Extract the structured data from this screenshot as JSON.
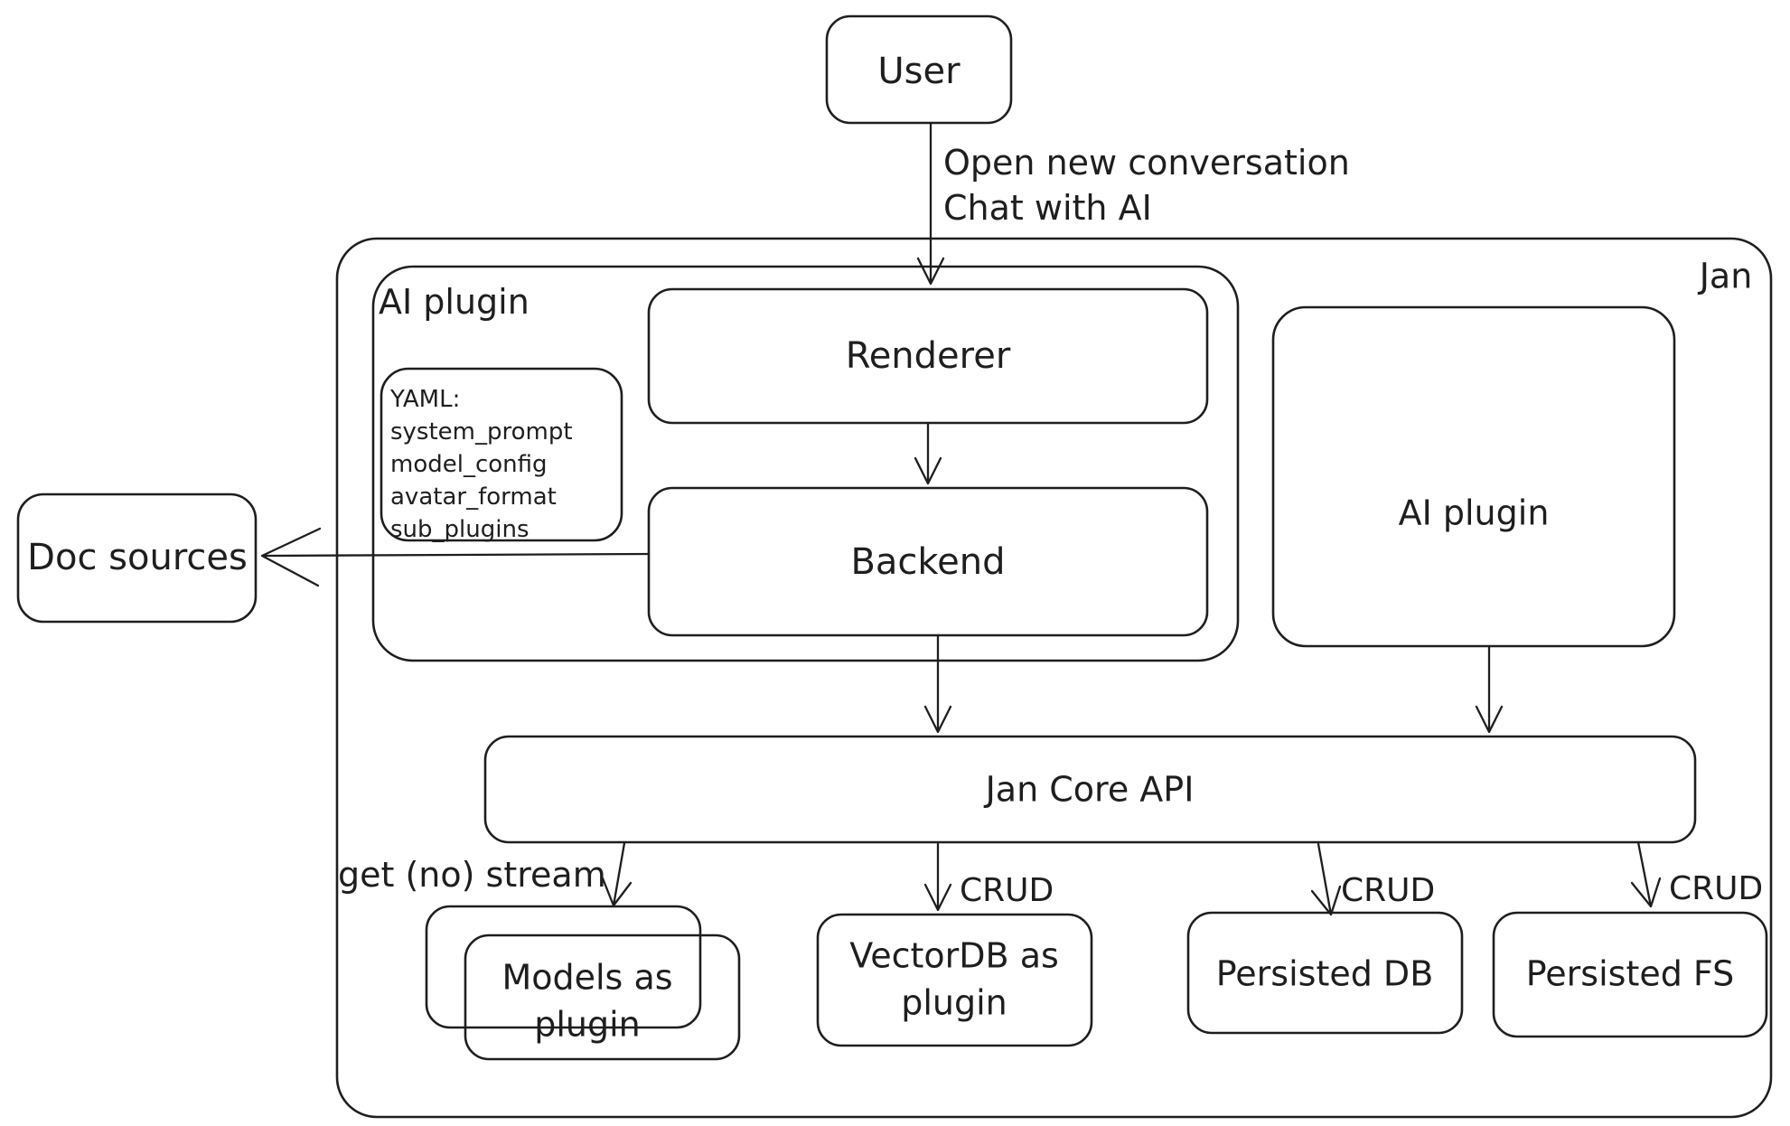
{
  "diagram": {
    "colors": {
      "stroke": "#1e1e1e",
      "background": "#ffffff"
    },
    "nodes": {
      "user": {
        "label": "User"
      },
      "jan_container": {
        "label": "Jan"
      },
      "ai_plugin_container": {
        "label": "AI plugin"
      },
      "yaml_note": {
        "lines": [
          "YAML:",
          "system_prompt",
          "model_config",
          "avatar_format",
          "sub_plugins"
        ]
      },
      "renderer": {
        "label": "Renderer"
      },
      "backend": {
        "label": "Backend"
      },
      "ai_plugin_box": {
        "label": "AI plugin"
      },
      "jan_core_api": {
        "label": "Jan Core API"
      },
      "models_plugin": {
        "line1": "Models as",
        "line2": "plugin"
      },
      "vectordb_plugin": {
        "line1": "VectorDB as",
        "line2": "plugin"
      },
      "persisted_db": {
        "label": "Persisted DB"
      },
      "persisted_fs": {
        "label": "Persisted FS"
      },
      "doc_sources": {
        "label": "Doc sources"
      }
    },
    "edges": {
      "user_to_renderer": {
        "label_line1": "Open new conversation",
        "label_line2": "Chat with AI"
      },
      "core_to_models": {
        "label": "get (no) stream"
      },
      "core_to_vectordb": {
        "label": "CRUD"
      },
      "core_to_persisted_db": {
        "label": "CRUD"
      },
      "core_to_persisted_fs": {
        "label": "CRUD"
      }
    }
  }
}
